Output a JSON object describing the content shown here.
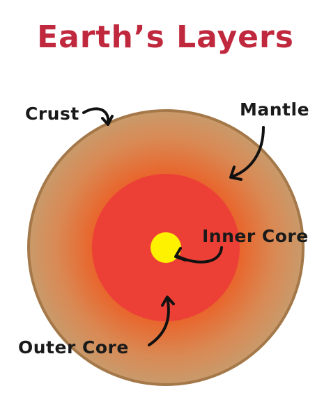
{
  "title": "Earth’s Layers",
  "layers": [
    {
      "name": "Crust",
      "color": "#a47849"
    },
    {
      "name": "Mantle",
      "color": "#e8672e"
    },
    {
      "name": "Outer Core",
      "color": "#ec4037"
    },
    {
      "name": "Inner Core",
      "color": "#fff200"
    }
  ],
  "labels": {
    "crust": "Crust",
    "mantle": "Mantle",
    "inner_core": "Inner Core",
    "outer_core": "Outer Core"
  },
  "colors": {
    "title": "#c0283d",
    "crust_border": "#a47849",
    "mantle_inner": "#e8672e",
    "mantle_outer": "#c99a6b",
    "outer_core": "#ec4037",
    "inner_core": "#fff200",
    "arrow": "#111111"
  }
}
